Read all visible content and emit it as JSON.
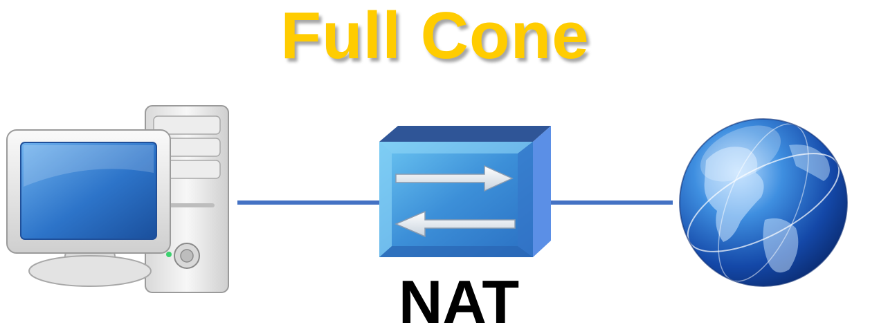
{
  "diagram": {
    "title": "Full Cone",
    "device_label": "NAT",
    "colors": {
      "title": "#FFCC00",
      "label": "#000000",
      "link": "#4472C4",
      "nat_body": "#4B93D6",
      "nat_top": "#2F5597"
    },
    "nodes": [
      {
        "id": "computer",
        "icon": "desktop-computer-icon"
      },
      {
        "id": "nat",
        "icon": "nat-router-icon"
      },
      {
        "id": "internet",
        "icon": "globe-icon"
      }
    ],
    "links": [
      {
        "from": "computer",
        "to": "nat"
      },
      {
        "from": "nat",
        "to": "internet"
      }
    ]
  }
}
